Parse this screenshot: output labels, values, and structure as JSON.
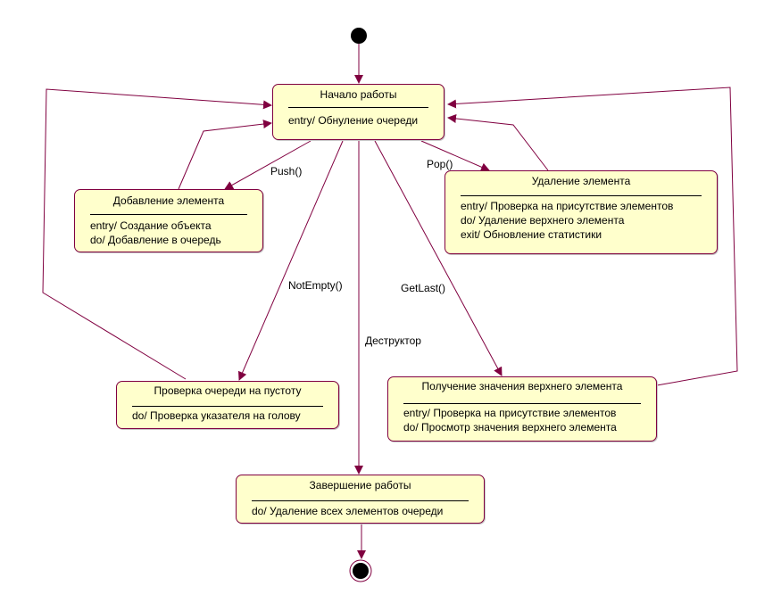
{
  "states": {
    "start_work": {
      "title": "Начало работы",
      "actions": [
        "entry/ Обнуление очереди"
      ]
    },
    "add_element": {
      "title": "Добавление элемента",
      "actions": [
        "entry/ Создание объекта",
        "do/ Добавление в очередь"
      ]
    },
    "delete_element": {
      "title": "Удаление элемента",
      "actions": [
        "entry/ Проверка на присутствие элементов",
        "do/ Удаление верхнего элемента",
        "exit/ Обновление статистики"
      ]
    },
    "check_empty": {
      "title": "Проверка очереди на пустоту",
      "actions": [
        "do/ Проверка указателя на голову"
      ]
    },
    "get_last": {
      "title": "Получение значения верхнего элемента",
      "actions": [
        "entry/ Проверка на присутствие элементов",
        "do/ Просмотр значения верхнего элемента"
      ]
    },
    "end_work": {
      "title": "Завершение работы",
      "actions": [
        "do/ Удаление всех элементов очереди"
      ]
    }
  },
  "transitions": {
    "push": "Push()",
    "pop": "Pop()",
    "not_empty": "NotEmpty()",
    "get_last": "GetLast()",
    "destructor": "Деструктор"
  },
  "colors": {
    "state_fill": "#ffffcc",
    "state_border": "#800040",
    "arrow": "#800040",
    "pseudostate": "#000000"
  }
}
